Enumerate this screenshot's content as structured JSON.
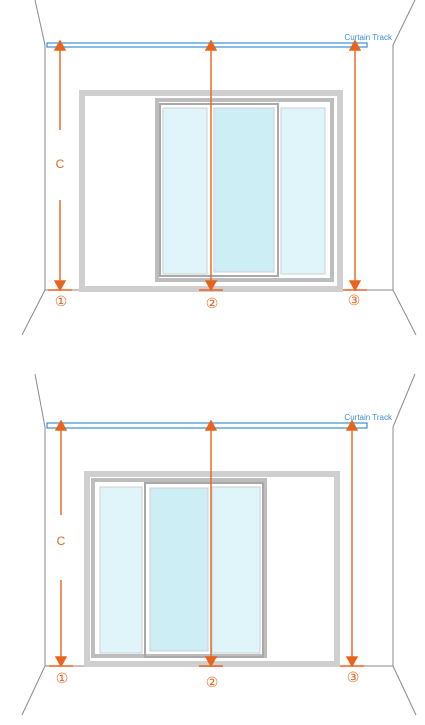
{
  "diagrams": [
    {
      "track_label": "Curtain Track",
      "measure_label": "C",
      "points": [
        "①",
        "②",
        "③"
      ],
      "variant": "door-slides-right"
    },
    {
      "track_label": "Curtain Track",
      "measure_label": "C",
      "points": [
        "①",
        "②",
        "③"
      ],
      "variant": "door-slides-left"
    }
  ],
  "colors": {
    "track": "#3a8fd4",
    "measure": "#e8641e",
    "frame": "#cfcfcf",
    "frame_dark": "#a8a8a8",
    "glass": "#dff5fa",
    "glass_dark": "#cdeef5",
    "wall_line": "#8a8a8a"
  }
}
